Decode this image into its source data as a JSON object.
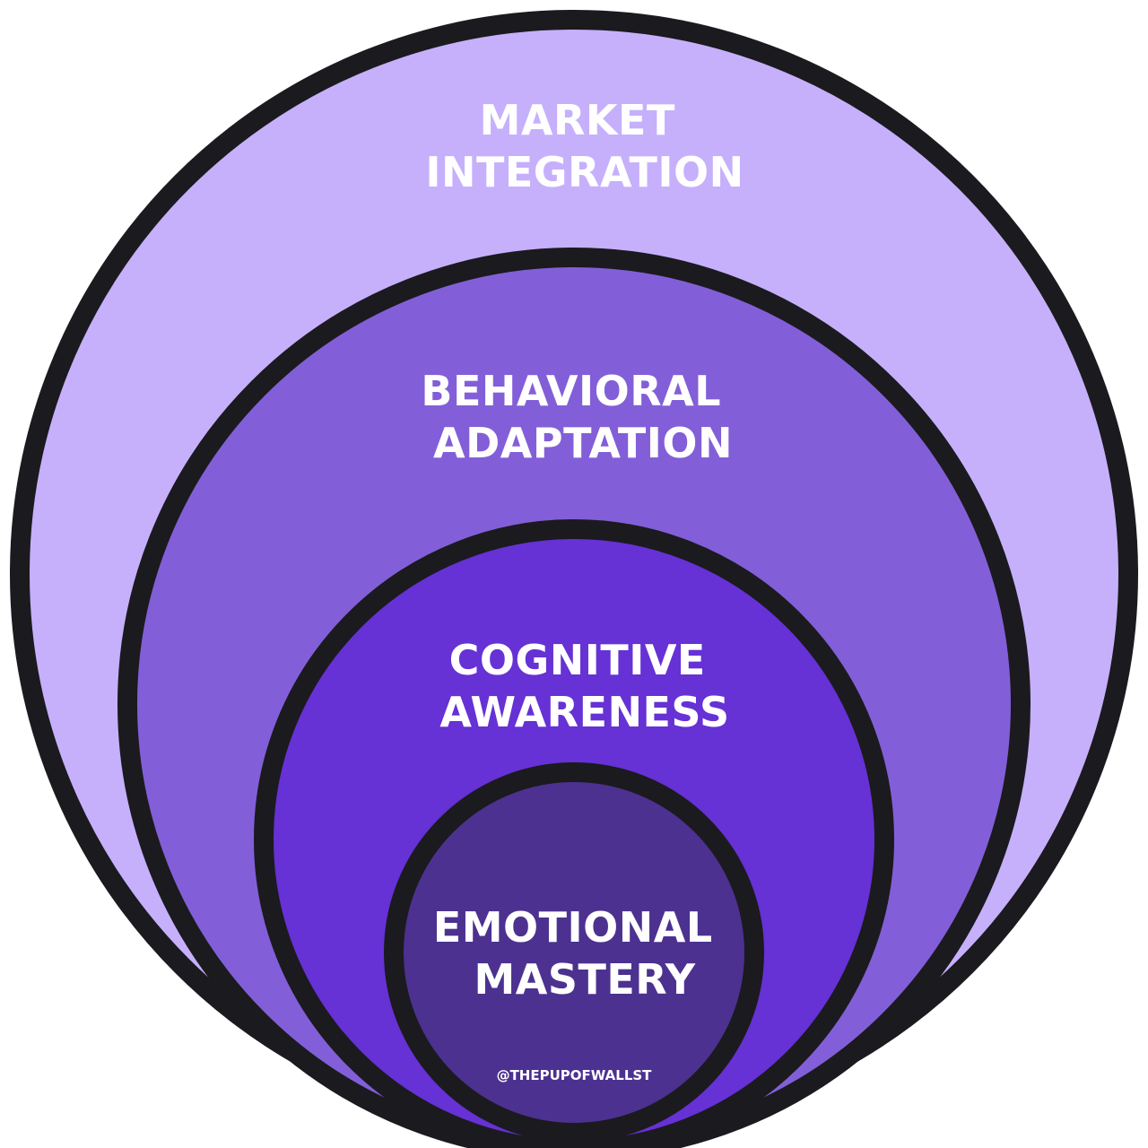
{
  "diagram": {
    "layers": [
      {
        "id": "market-integration",
        "line1": "MARKET",
        "line2": "INTEGRATION",
        "color": "#c6b0fc"
      },
      {
        "id": "behavioral-adaptation",
        "line1": "BEHAVIORAL",
        "line2": "ADAPTATION",
        "color": "#825fd8"
      },
      {
        "id": "cognitive-awareness",
        "line1": "COGNITIVE",
        "line2": "AWARENESS",
        "color": "#6631d5"
      },
      {
        "id": "emotional-mastery",
        "line1": "EMOTIONAL",
        "line2": "MASTERY",
        "color": "#4c3190"
      }
    ],
    "credit": "@THEPUPOFWALLST",
    "outline_color": "#1b1a1e"
  }
}
